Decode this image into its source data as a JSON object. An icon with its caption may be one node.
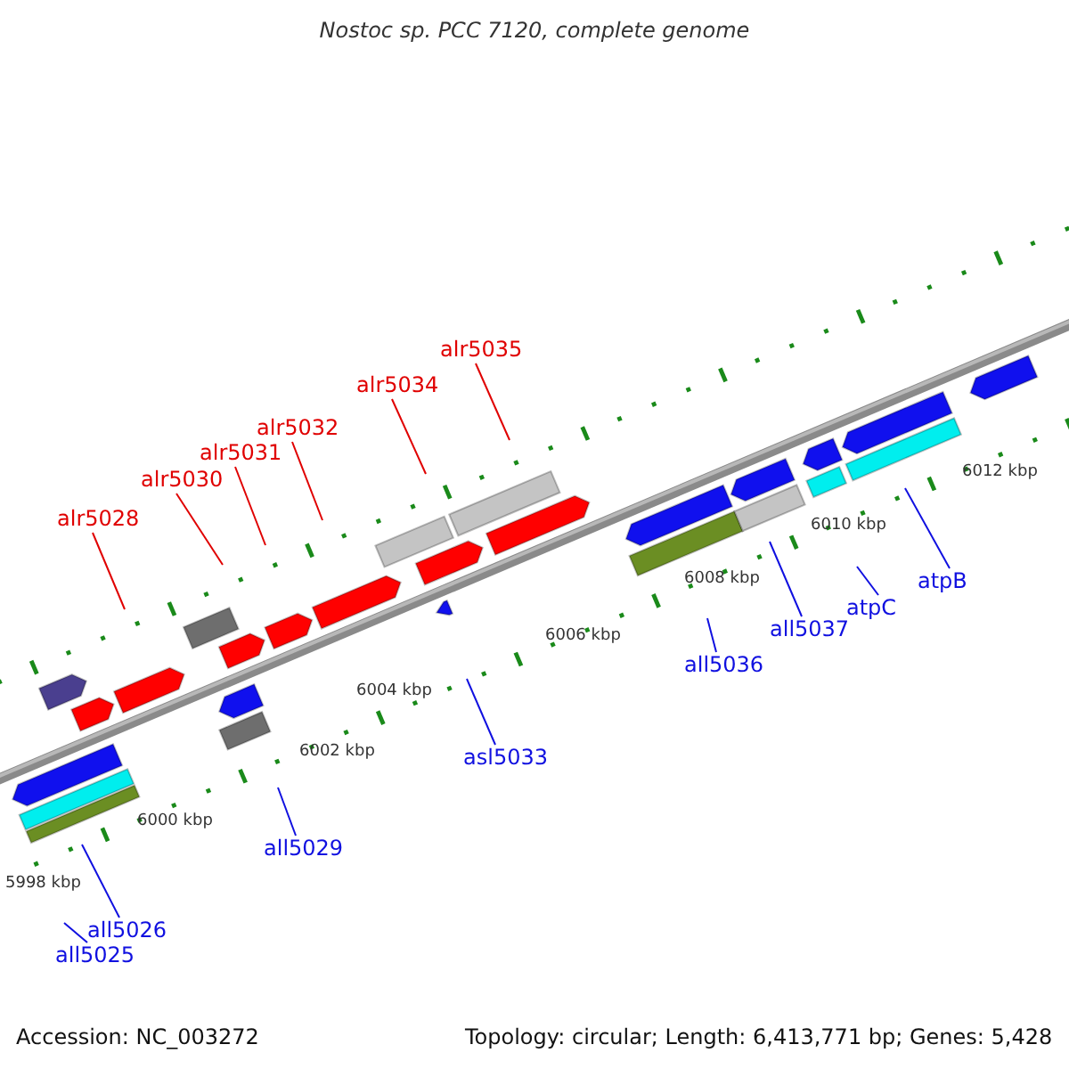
{
  "diagram": {
    "title": "Nostoc sp. PCC 7120, complete genome",
    "nodes": [
      {
        "text": [
          "alr5035"
        ]
      },
      {
        "text": [
          "alr5034"
        ]
      },
      {
        "text": [
          "alr5032"
        ]
      },
      {
        "text": [
          "alr5031"
        ]
      },
      {
        "text": [
          "alr5030"
        ]
      },
      {
        "text": [
          "alr5028"
        ]
      },
      {
        "text": [
          "atpB"
        ]
      },
      {
        "text": [
          "atpC"
        ]
      },
      {
        "text": [
          "all5037"
        ]
      },
      {
        "text": [
          "all5036"
        ]
      },
      {
        "text": [
          "asl5033"
        ]
      },
      {
        "text": [
          "all5029"
        ]
      },
      {
        "text": [
          "all5026"
        ]
      },
      {
        "text": [
          "all5025"
        ]
      }
    ],
    "edges": [
      {
        "from": 0,
        "to": null,
        "arrow": "none",
        "color": "#e00000"
      },
      {
        "from": 1,
        "to": null,
        "arrow": "none",
        "color": "#e00000"
      },
      {
        "from": 2,
        "to": null,
        "arrow": "none",
        "color": "#e00000"
      },
      {
        "from": 3,
        "to": null,
        "arrow": "none",
        "color": "#e00000"
      },
      {
        "from": 4,
        "to": null,
        "arrow": "none",
        "color": "#e00000"
      },
      {
        "from": 5,
        "to": null,
        "arrow": "none",
        "color": "#e00000"
      },
      {
        "from": 6,
        "to": null,
        "arrow": "none"
      },
      {
        "from": 7,
        "to": null,
        "arrow": "none"
      },
      {
        "from": 8,
        "to": null,
        "arrow": "none"
      },
      {
        "from": 9,
        "to": null,
        "arrow": "none"
      },
      {
        "from": 10,
        "to": null,
        "arrow": "none"
      },
      {
        "from": 11,
        "to": null,
        "arrow": "none"
      },
      {
        "from": 12,
        "to": null,
        "arrow": "none"
      },
      {
        "from": 13,
        "to": null,
        "arrow": "none"
      }
    ],
    "labels": [
      "6012 kbp",
      "6010 kbp",
      "6008 kbp",
      "6006 kbp",
      "6004 kbp",
      "6002 kbp",
      "6000 kbp",
      "5998 kbp",
      "Accession: NC_003272",
      "Topology: circular; Length: 6,413,771 bp; Genes: 5,428"
    ]
  }
}
